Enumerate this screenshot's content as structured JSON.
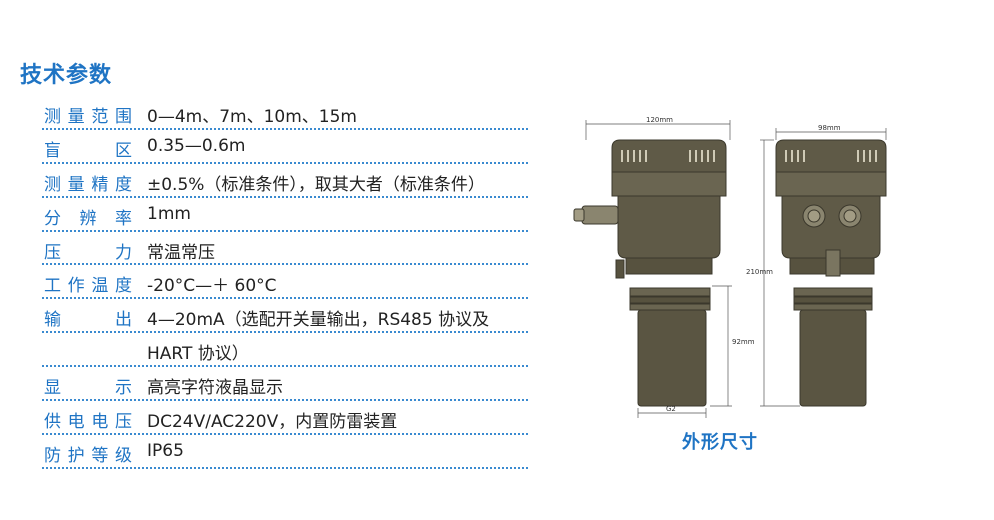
{
  "title": "技术参数",
  "specs": [
    {
      "label": "测量范围",
      "value": "0—4m、7m、10m、15m"
    },
    {
      "label": "盲　　区",
      "value": "0.35—0.6m"
    },
    {
      "label": "测量精度",
      "value": "±0.5%（标准条件），取其大者（标准条件）"
    },
    {
      "label": "分 辨 率",
      "value": "1mm"
    },
    {
      "label": "压　　力",
      "value": "常温常压"
    },
    {
      "label": "工作温度",
      "value": "-20°C—＋ 60°C"
    },
    {
      "label": "输　　出",
      "value": "4—20mA（选配开关量输出，RS485 协议及"
    },
    {
      "label": "",
      "value": "HART 协议）"
    },
    {
      "label": "显　　示",
      "value": "高亮字符液晶显示"
    },
    {
      "label": "供电电压",
      "value": "DC24V/AC220V，内置防雷装置"
    },
    {
      "label": "防护等级",
      "value": "IP65"
    }
  ],
  "drawing": {
    "dim_width_front": "120mm",
    "dim_width_side": "98mm",
    "dim_height_total": "210mm",
    "dim_height_probe": "92mm",
    "thread": "G2"
  },
  "caption": "外形尺寸",
  "colors": {
    "accent": "#1f74c4",
    "line": "#3a8ad0",
    "drawing_fill": "#5f5a47"
  }
}
